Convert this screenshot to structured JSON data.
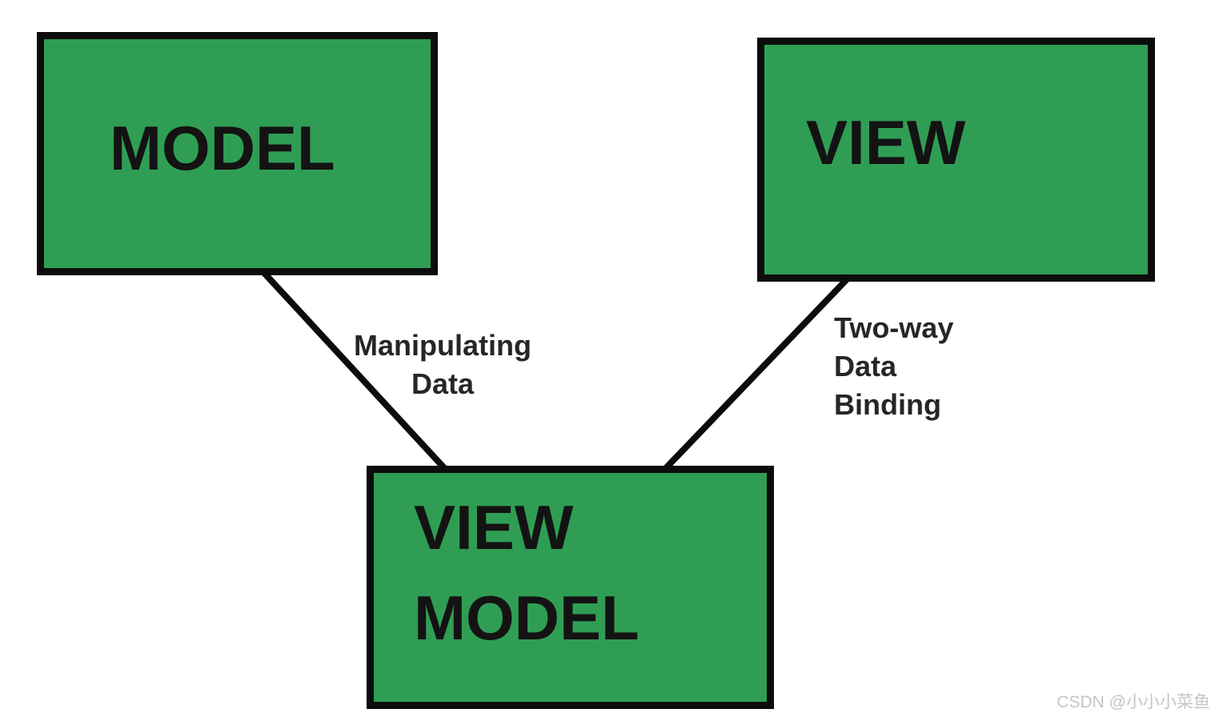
{
  "colors": {
    "background": "#ffffff",
    "node_fill": "#2f9e54",
    "node_border": "#0c0c0c",
    "edge_line": "#0c0c0c",
    "node_text": "#131313",
    "edge_label_text": "#262626",
    "watermark_text": "#c3c6c8"
  },
  "nodes": {
    "model": {
      "label": "MODEL"
    },
    "view": {
      "label": "VIEW"
    },
    "viewmodel": {
      "lines": [
        "VIEW",
        "MODEL"
      ]
    }
  },
  "edges": {
    "model_viewmodel": {
      "lines": [
        "Manipulating",
        "Data"
      ]
    },
    "view_viewmodel": {
      "lines": [
        "Two-way",
        "Data",
        "Binding"
      ]
    }
  },
  "watermark": {
    "text": "CSDN @小小小菜鱼"
  }
}
